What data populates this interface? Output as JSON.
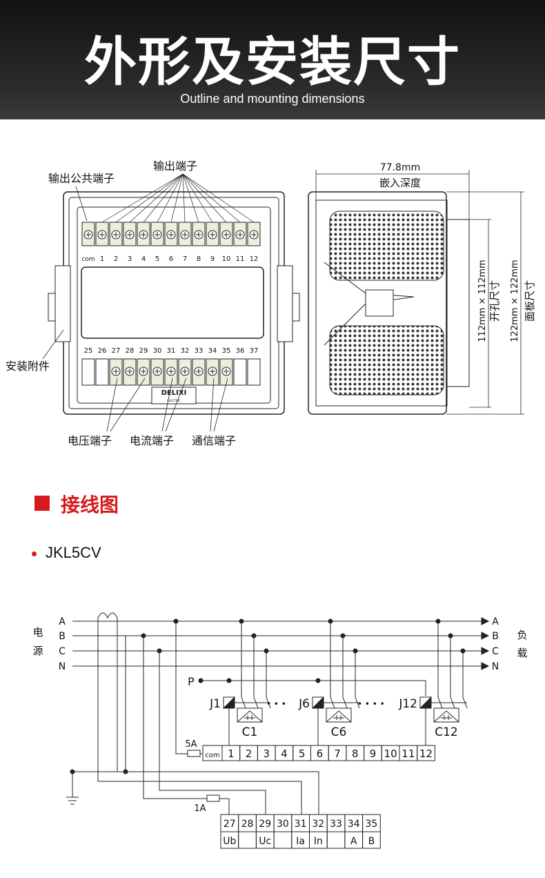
{
  "header": {
    "title": "外形及安装尺寸",
    "subtitle": "Outline and mounting dimensions"
  },
  "front_view": {
    "label_output_common": "输出公共端子",
    "label_output": "输出端子",
    "label_mount": "安装附件",
    "label_voltage": "电压端子",
    "label_current": "电流端子",
    "label_comm": "通信端子",
    "top_terminals": [
      "com",
      "1",
      "2",
      "3",
      "4",
      "5",
      "6",
      "7",
      "8",
      "9",
      "10",
      "11",
      "12"
    ],
    "bottom_terminals": [
      "25",
      "26",
      "27",
      "28",
      "29",
      "30",
      "31",
      "32",
      "33",
      "34",
      "35",
      "36",
      "37"
    ],
    "logo": "DELIXI",
    "logo_sub": "ELECTRIC"
  },
  "side_view": {
    "depth_value": "77.8mm",
    "depth_label": "嵌入深度",
    "cutout_value": "112mm × 112mm",
    "cutout_label": "开孔尺寸",
    "panel_value": "122mm × 122mm",
    "panel_label": "面板尺寸"
  },
  "wiring": {
    "section_title": "接线图",
    "model": "JKL5CV",
    "source_label": [
      "电",
      "源"
    ],
    "load_label": [
      "负",
      "载"
    ],
    "phases": [
      "A",
      "B",
      "C",
      "N"
    ],
    "p_label": "P",
    "relays": [
      "J1",
      "J6",
      "J12"
    ],
    "contactors": [
      "C1",
      "C6",
      "C12"
    ],
    "dots1": "• • •",
    "dots2": "• • • •",
    "fuse_5a": "5A",
    "fuse_1a": "1A",
    "output_terminals": [
      "com",
      "1",
      "2",
      "3",
      "4",
      "5",
      "6",
      "7",
      "8",
      "9",
      "10",
      "11",
      "12"
    ],
    "input_terminals": [
      "27",
      "28",
      "29",
      "30",
      "31",
      "32",
      "33",
      "34",
      "35"
    ],
    "input_labels": [
      "Ub",
      "",
      "Uc",
      "",
      "Ia",
      "In",
      "",
      "A",
      "B"
    ]
  }
}
